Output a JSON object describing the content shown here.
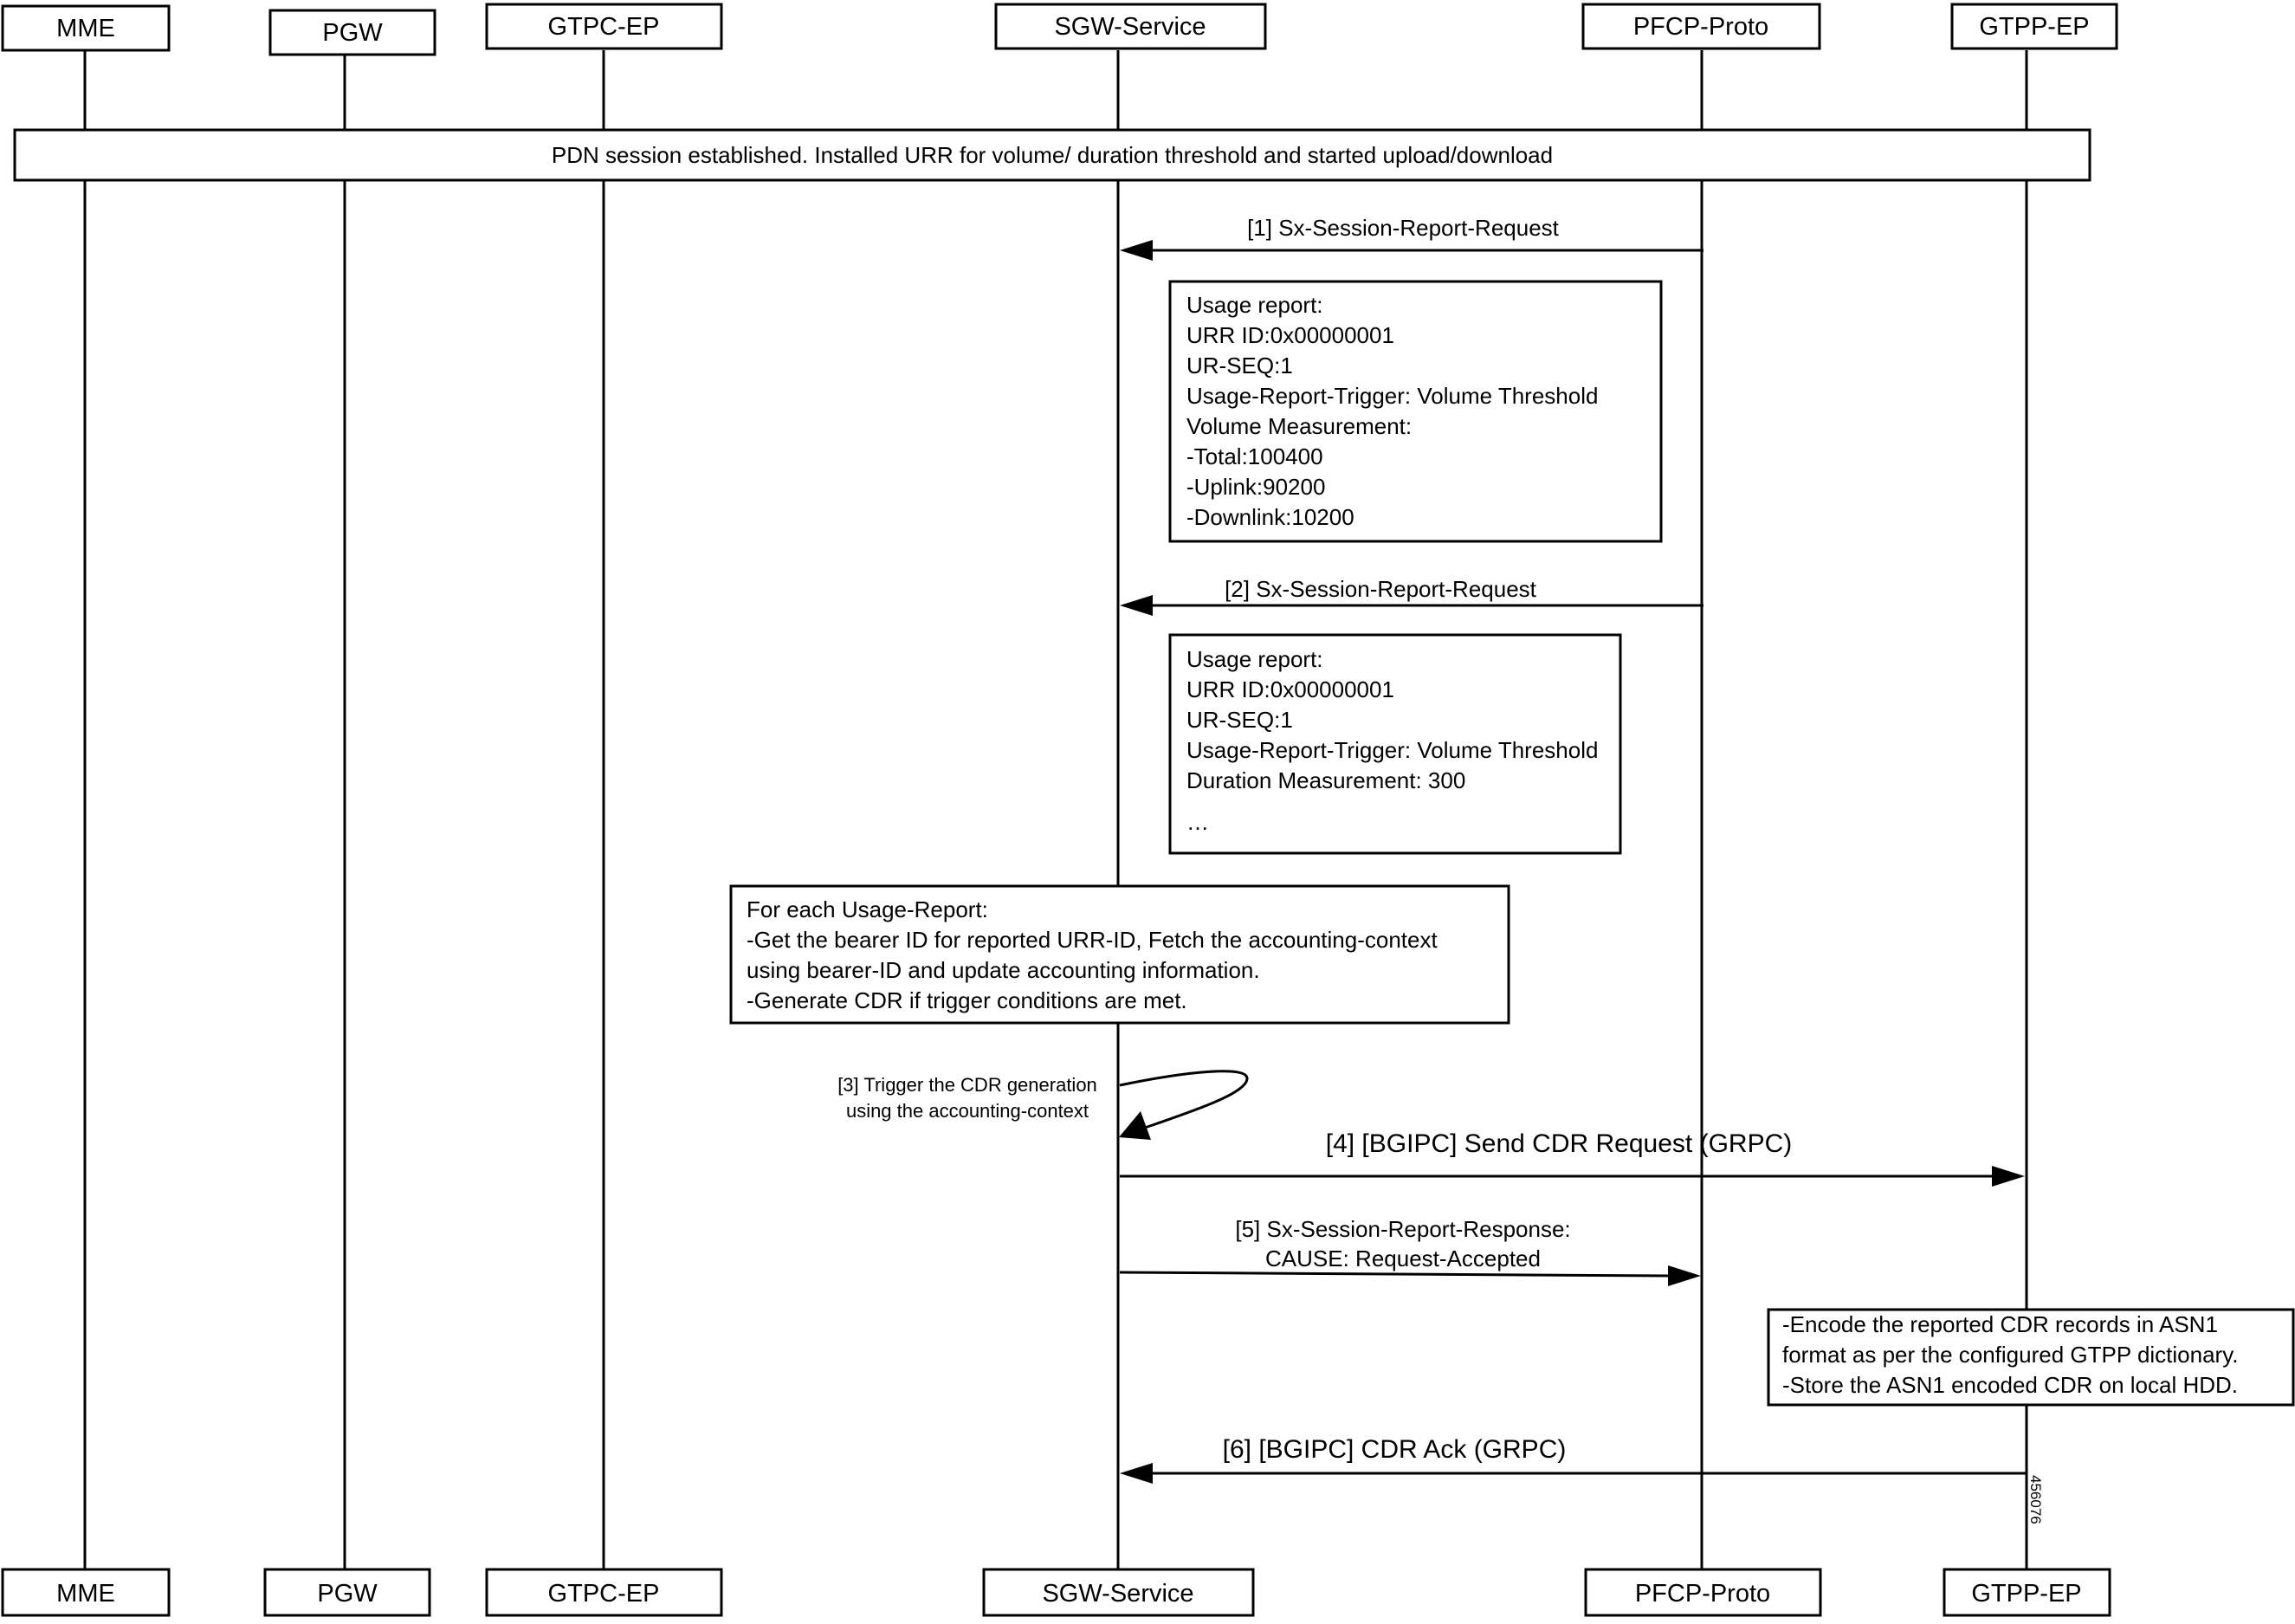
{
  "participants": {
    "mme": "MME",
    "pgw": "PGW",
    "gtpc_ep": "GTPC-EP",
    "sgw_service": "SGW-Service",
    "pfcp_proto": "PFCP-Proto",
    "gtpp_ep": "GTPP-EP"
  },
  "banner": "PDN session established. Installed URR for volume/ duration threshold and started upload/download",
  "messages": {
    "m1": "[1] Sx-Session-Report-Request",
    "m2": "[2] Sx-Session-Report-Request",
    "m3": [
      "[3] Trigger the CDR generation",
      "using the accounting-context"
    ],
    "m4": "[4] [BGIPC] Send CDR Request (GRPC)",
    "m5": [
      "[5] Sx-Session-Report-Response:",
      "CAUSE: Request-Accepted"
    ],
    "m6": "[6] [BGIPC] CDR Ack (GRPC)"
  },
  "notes": {
    "usage1": [
      "Usage report:",
      "URR ID:0x00000001",
      "UR-SEQ:1",
      "Usage-Report-Trigger: Volume Threshold",
      "Volume Measurement:",
      "-Total:100400",
      "-Uplink:90200",
      "-Downlink:10200"
    ],
    "usage2": [
      "Usage report:",
      "URR ID:0x00000001",
      "UR-SEQ:1",
      "Usage-Report-Trigger: Volume Threshold",
      "Duration Measurement: 300",
      "…"
    ],
    "for_each": [
      "For each Usage-Report:",
      "-Get the bearer ID for reported URR-ID, Fetch the accounting-context",
      "using bearer-ID and update accounting information.",
      "-Generate CDR if trigger conditions are met."
    ],
    "encode": [
      "-Encode the reported CDR records in ASN1",
      "format as per the configured GTPP dictionary.",
      "-Store the ASN1 encoded CDR on local HDD."
    ]
  },
  "figure_id": "456076"
}
